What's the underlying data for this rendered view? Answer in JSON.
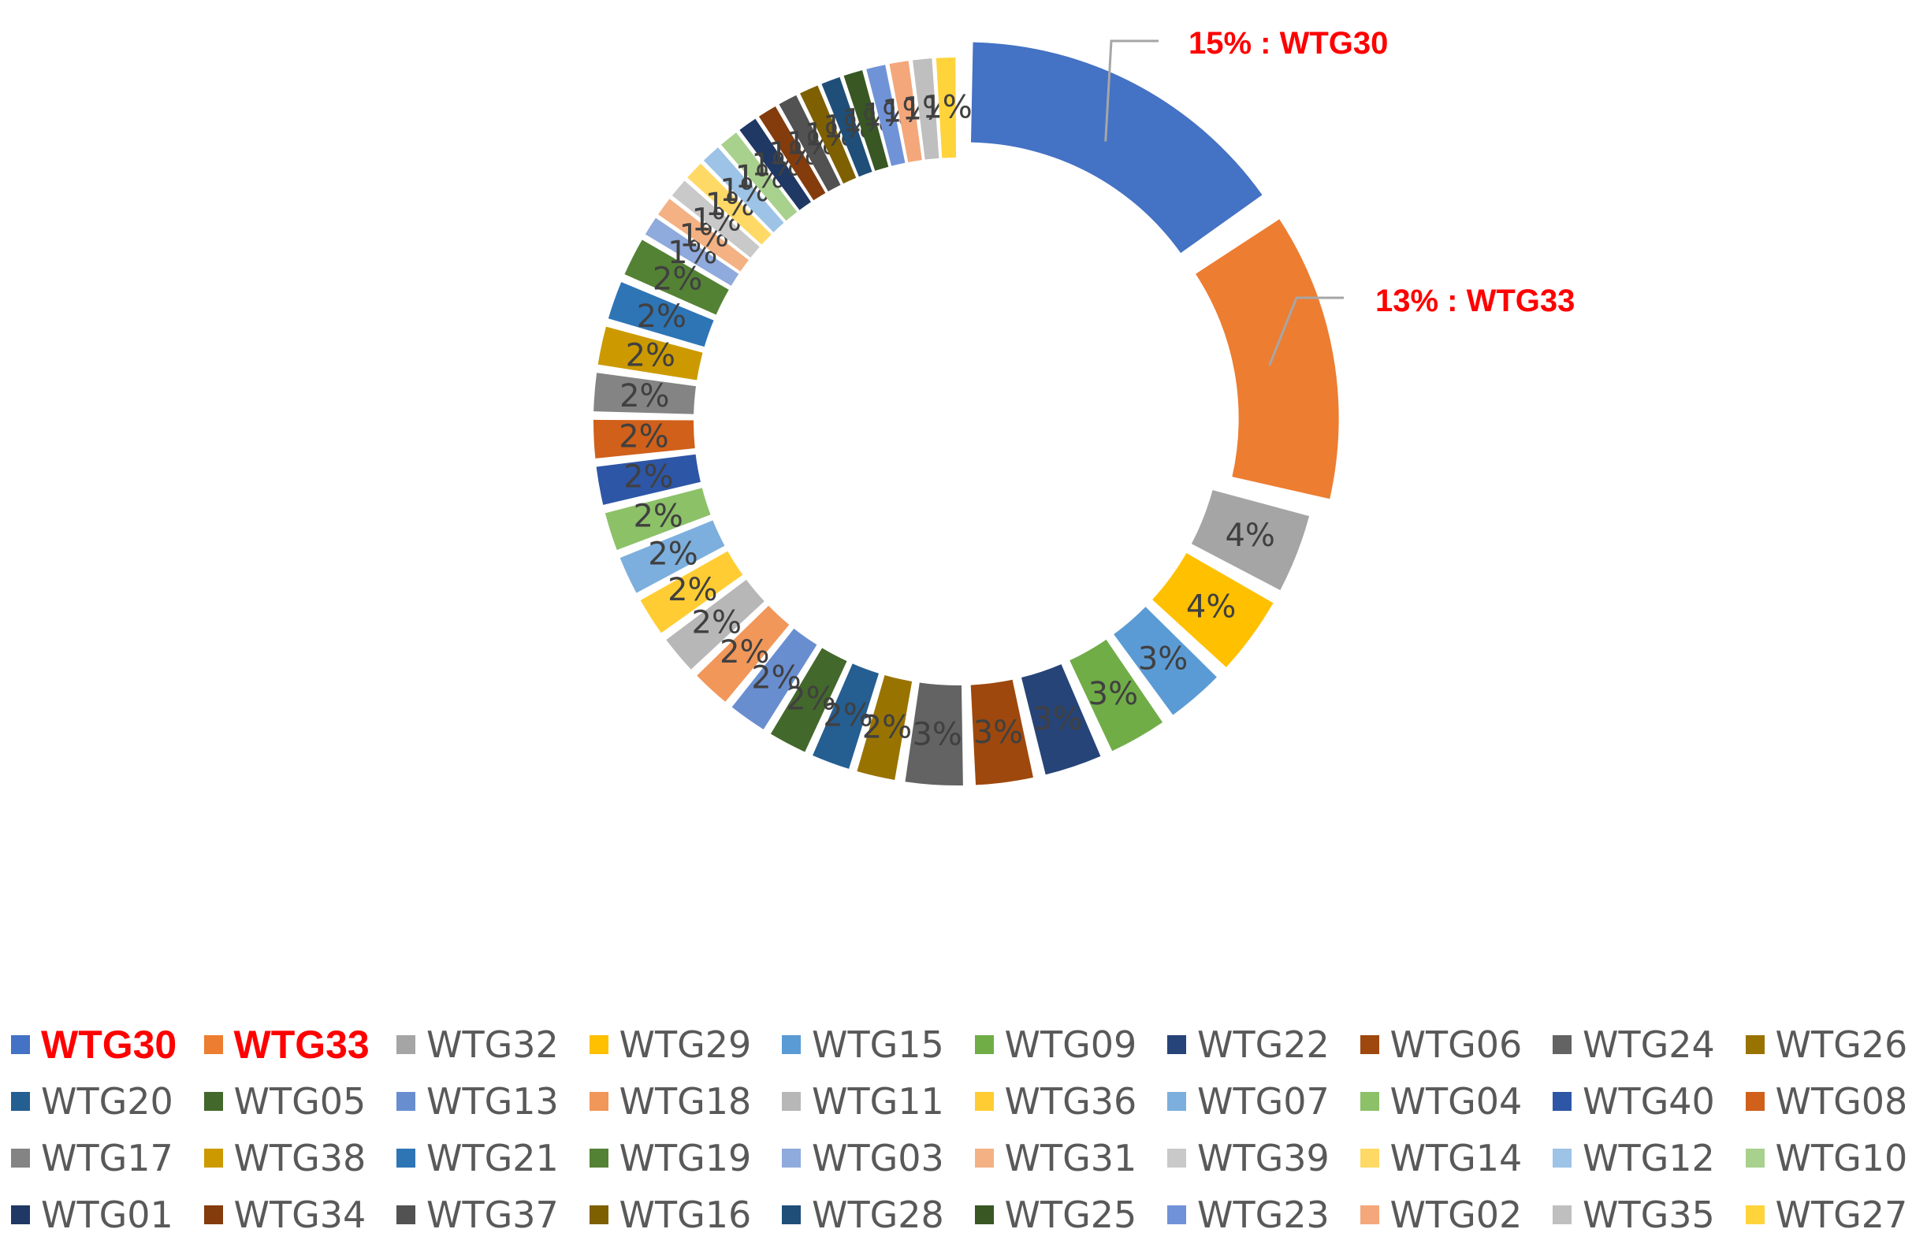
{
  "chart_data": {
    "type": "pie",
    "variant": "donut",
    "title": "",
    "highlight_color": "#ff0000",
    "highlighted": [
      "WTG30",
      "WTG33"
    ],
    "callouts": [
      {
        "label": "15% : WTG30"
      },
      {
        "label": "13% : WTG33"
      }
    ],
    "slices": [
      {
        "name": "WTG30",
        "value": 15,
        "label": "",
        "color": "#4472c4"
      },
      {
        "name": "WTG33",
        "value": 13,
        "label": "",
        "color": "#ed7d31"
      },
      {
        "name": "WTG32",
        "value": 4,
        "label": "4%",
        "color": "#a5a5a5"
      },
      {
        "name": "WTG29",
        "value": 4,
        "label": "4%",
        "color": "#ffc000"
      },
      {
        "name": "WTG15",
        "value": 3,
        "label": "3%",
        "color": "#5b9bd5"
      },
      {
        "name": "WTG09",
        "value": 3,
        "label": "3%",
        "color": "#70ad47"
      },
      {
        "name": "WTG22",
        "value": 3,
        "label": "3%",
        "color": "#264478"
      },
      {
        "name": "WTG06",
        "value": 3,
        "label": "3%",
        "color": "#9e480e"
      },
      {
        "name": "WTG24",
        "value": 3,
        "label": "3%",
        "color": "#636363"
      },
      {
        "name": "WTG26",
        "value": 2,
        "label": "2%",
        "color": "#997300"
      },
      {
        "name": "WTG20",
        "value": 2,
        "label": "2%",
        "color": "#255e91"
      },
      {
        "name": "WTG05",
        "value": 2,
        "label": "2%",
        "color": "#43682b"
      },
      {
        "name": "WTG13",
        "value": 2,
        "label": "2%",
        "color": "#698ed0"
      },
      {
        "name": "WTG18",
        "value": 2,
        "label": "2%",
        "color": "#f1975a"
      },
      {
        "name": "WTG11",
        "value": 2,
        "label": "2%",
        "color": "#b7b7b7"
      },
      {
        "name": "WTG36",
        "value": 2,
        "label": "2%",
        "color": "#ffcd33"
      },
      {
        "name": "WTG07",
        "value": 2,
        "label": "2%",
        "color": "#7cafdd"
      },
      {
        "name": "WTG04",
        "value": 2,
        "label": "2%",
        "color": "#8cc168"
      },
      {
        "name": "WTG40",
        "value": 2,
        "label": "2%",
        "color": "#2e56a6"
      },
      {
        "name": "WTG08",
        "value": 2,
        "label": "2%",
        "color": "#d0601a"
      },
      {
        "name": "WTG17",
        "value": 2,
        "label": "2%",
        "color": "#848484"
      },
      {
        "name": "WTG38",
        "value": 2,
        "label": "2%",
        "color": "#cc9a00"
      },
      {
        "name": "WTG21",
        "value": 2,
        "label": "2%",
        "color": "#2e75b6"
      },
      {
        "name": "WTG19",
        "value": 2,
        "label": "2%",
        "color": "#548235"
      },
      {
        "name": "WTG03",
        "value": 1,
        "label": "1%",
        "color": "#8faadc"
      },
      {
        "name": "WTG31",
        "value": 1,
        "label": "1%",
        "color": "#f4b183"
      },
      {
        "name": "WTG39",
        "value": 1,
        "label": "1%",
        "color": "#c9c9c9"
      },
      {
        "name": "WTG14",
        "value": 1,
        "label": "1%",
        "color": "#ffd966"
      },
      {
        "name": "WTG12",
        "value": 1,
        "label": "1%",
        "color": "#9dc3e6"
      },
      {
        "name": "WTG10",
        "value": 1,
        "label": "1%",
        "color": "#a9d18e"
      },
      {
        "name": "WTG01",
        "value": 1,
        "label": "1%",
        "color": "#1f3864"
      },
      {
        "name": "WTG34",
        "value": 1,
        "label": "1%",
        "color": "#843c0c"
      },
      {
        "name": "WTG37",
        "value": 1,
        "label": "1%",
        "color": "#525252"
      },
      {
        "name": "WTG16",
        "value": 1,
        "label": "1%",
        "color": "#7f6000"
      },
      {
        "name": "WTG28",
        "value": 1,
        "label": "1%",
        "color": "#1f4e79"
      },
      {
        "name": "WTG25",
        "value": 1,
        "label": "1%",
        "color": "#385723"
      },
      {
        "name": "WTG23",
        "value": 1,
        "label": "1%",
        "color": "#7093d8"
      },
      {
        "name": "WTG02",
        "value": 1,
        "label": "1%",
        "color": "#f4a77a"
      },
      {
        "name": "WTG35",
        "value": 1,
        "label": "1%",
        "color": "#bfbfbf"
      },
      {
        "name": "WTG27",
        "value": 1,
        "label": "1%",
        "color": "#ffd43b"
      }
    ],
    "legend_position": "bottom"
  }
}
